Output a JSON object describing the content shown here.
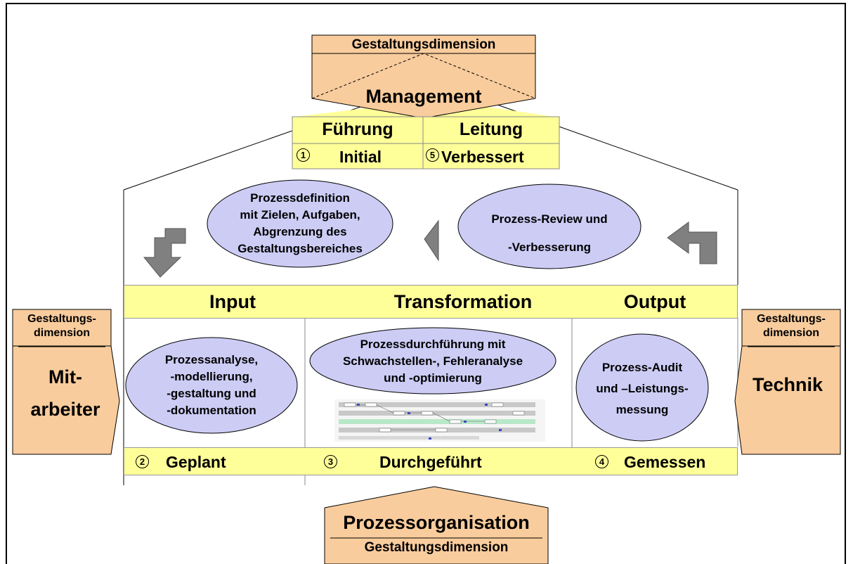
{
  "management": {
    "dimension_label": "Gestaltungsdimension",
    "title": "Management",
    "col_left": "Führung",
    "col_right": "Leitung",
    "stage_left_num": "1",
    "stage_left": "Initial",
    "stage_right_num": "5",
    "stage_right": "Verbessert"
  },
  "top_ellipses": {
    "left_lines": [
      "Prozessdefinition",
      "mit Zielen, Aufgaben,",
      "Abgrenzung des",
      "Gestaltungsbereiches"
    ],
    "right_lines": [
      "Prozess-Review und",
      "-Verbesserung"
    ]
  },
  "headers": {
    "input": "Input",
    "transformation": "Transformation",
    "output": "Output"
  },
  "mid_ellipses": {
    "left_lines": [
      "Prozessanalyse,",
      "-modellierung,",
      "-gestaltung und",
      "-dokumentation"
    ],
    "center_lines": [
      "Prozessdurchführung mit",
      "Schwachstellen-, Fehleranalyse",
      "und -optimierung"
    ],
    "right_lines": [
      "Prozess-Audit",
      "und –Leistungs-",
      "messung"
    ]
  },
  "stages": {
    "s2_num": "2",
    "s2": "Geplant",
    "s3_num": "3",
    "s3": "Durchgeführt",
    "s4_num": "4",
    "s4": "Gemessen"
  },
  "left_dim": {
    "label_lines": [
      "Gestaltungs-",
      "dimension"
    ],
    "title_lines": [
      "Mit-",
      "arbeiter"
    ]
  },
  "right_dim": {
    "label_lines": [
      "Gestaltungs-",
      "dimension"
    ],
    "title": "Technik"
  },
  "bottom_dim": {
    "title": "Prozessorganisation",
    "label": "Gestaltungsdimension"
  },
  "colors": {
    "orange": "#f9cc9d",
    "yellow": "#ffff99",
    "lavender": "#ccccf5",
    "arrow_gray": "#808080"
  }
}
